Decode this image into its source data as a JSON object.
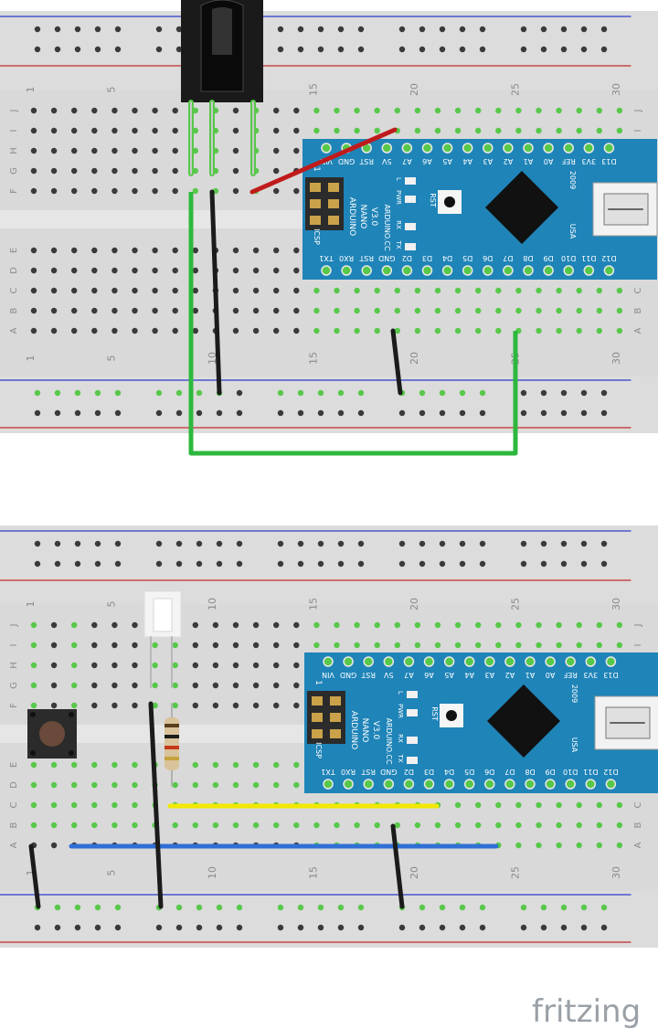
{
  "colors": {
    "board_bg": "#d9d9d9",
    "board_mid": "#e6e6e6",
    "rail_blue": "#2c3cc9",
    "rail_red": "#c62b2b",
    "hole": "#3a3a3a",
    "hole_green": "#58c84a",
    "nano_blue": "#1f84b8",
    "nano_dark": "#0f5f8c",
    "wire_green": "#2db83d",
    "wire_black": "#1b1b1b",
    "wire_red": "#c01b1b",
    "wire_yellow": "#f2e800",
    "wire_blue": "#2f6fd6",
    "usb": "#f2f2f2"
  },
  "breadboard": {
    "row_labels_top": [
      "J",
      "I",
      "H",
      "G",
      "F"
    ],
    "row_labels_bottom": [
      "E",
      "D",
      "C",
      "B",
      "A"
    ],
    "column_numbers": [
      "1",
      "5",
      "10",
      "15",
      "20",
      "25",
      "30"
    ]
  },
  "nano": {
    "top_pins": [
      "D12",
      "D11",
      "D10",
      "D9",
      "D8",
      "D7",
      "D6",
      "D5",
      "D4",
      "D3",
      "D2",
      "GND",
      "RST",
      "RX0",
      "TX1"
    ],
    "bottom_pins": [
      "D13",
      "3V3",
      "REF",
      "A0",
      "A1",
      "A2",
      "A3",
      "A4",
      "A5",
      "A6",
      "A7",
      "5V",
      "RST",
      "GND",
      "VIN"
    ],
    "name_lines": [
      "ARDUINO",
      "NANO",
      "V3.0"
    ],
    "brand": "ARDUINO.CC",
    "icsp": "ICSP",
    "pin1": "1",
    "leds": [
      "L",
      "PWR",
      "RX",
      "TX"
    ],
    "rst": "RST",
    "year": "2009",
    "usa": "USA"
  },
  "components": {
    "upper": [
      "ir-receiver",
      "arduino-nano"
    ],
    "lower": [
      "pushbutton",
      "led",
      "resistor",
      "arduino-nano"
    ]
  },
  "logo": "fritzing"
}
